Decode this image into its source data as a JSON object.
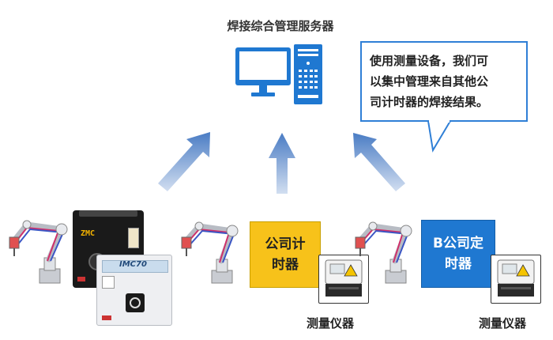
{
  "server": {
    "title": "焊接综合管理服务器"
  },
  "callout": {
    "lines": [
      "使用测量设备，我们可",
      "以集中管理来自其他公",
      "司计时器的焊接结果。"
    ]
  },
  "controllers": {
    "top_label": "ZMC",
    "front_label": "IMC70"
  },
  "timer_a": {
    "lines": [
      "公司计",
      "时器"
    ]
  },
  "timer_b": {
    "lines": [
      "B公司定",
      "时器"
    ]
  },
  "meters": {
    "label_1": "测量仪器",
    "label_2": "测量仪器"
  },
  "colors": {
    "arrow": "#4a7cc4",
    "accent_blue": "#1f78d1",
    "timer_a": "#f7c21a",
    "callout_border": "#2f7fd6"
  }
}
